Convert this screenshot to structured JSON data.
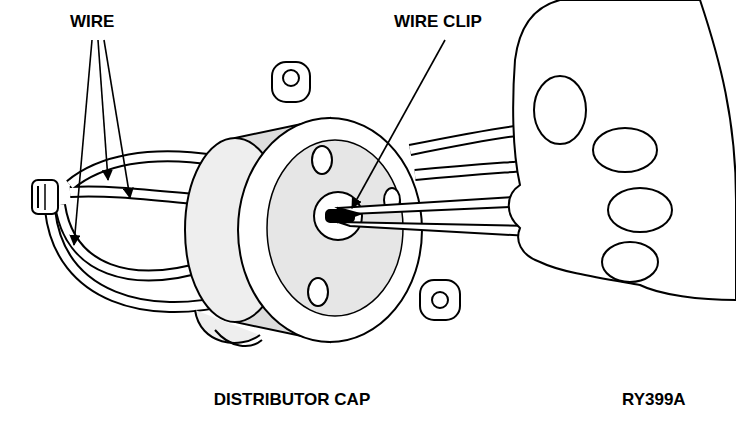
{
  "diagram": {
    "caption": "DISTRIBUTOR CAP",
    "labels": [
      "WIRE",
      "WIRE CLIP",
      "RY399A"
    ]
  }
}
